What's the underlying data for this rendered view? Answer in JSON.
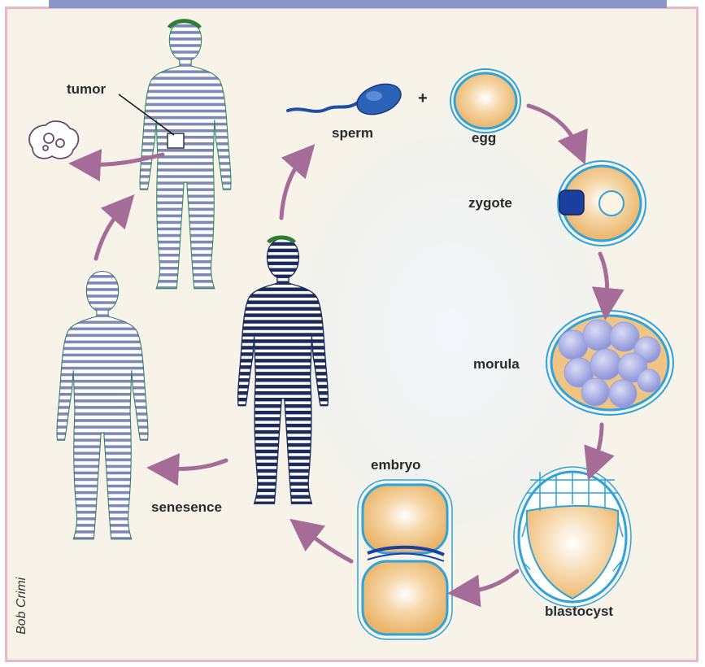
{
  "labels": {
    "tumor": "tumor",
    "sperm": "sperm",
    "plus": "+",
    "egg": "egg",
    "zygote": "zygote",
    "morula": "morula",
    "blastocyst": "blastocyst",
    "embryo": "embryo",
    "senescence": "senesence"
  },
  "credit": "Bob Crimi",
  "colors": {
    "border": "#e8b9c4",
    "band": "#8b97c8",
    "background": "#f7f3e8",
    "arrow": "#a46c97",
    "cell_fill": "#f3c98a",
    "cell_outline": "#2fa3d9",
    "figure_dark": "#1b2a5a",
    "figure_light": "#7a86b8",
    "hair": "#2e7d32"
  }
}
